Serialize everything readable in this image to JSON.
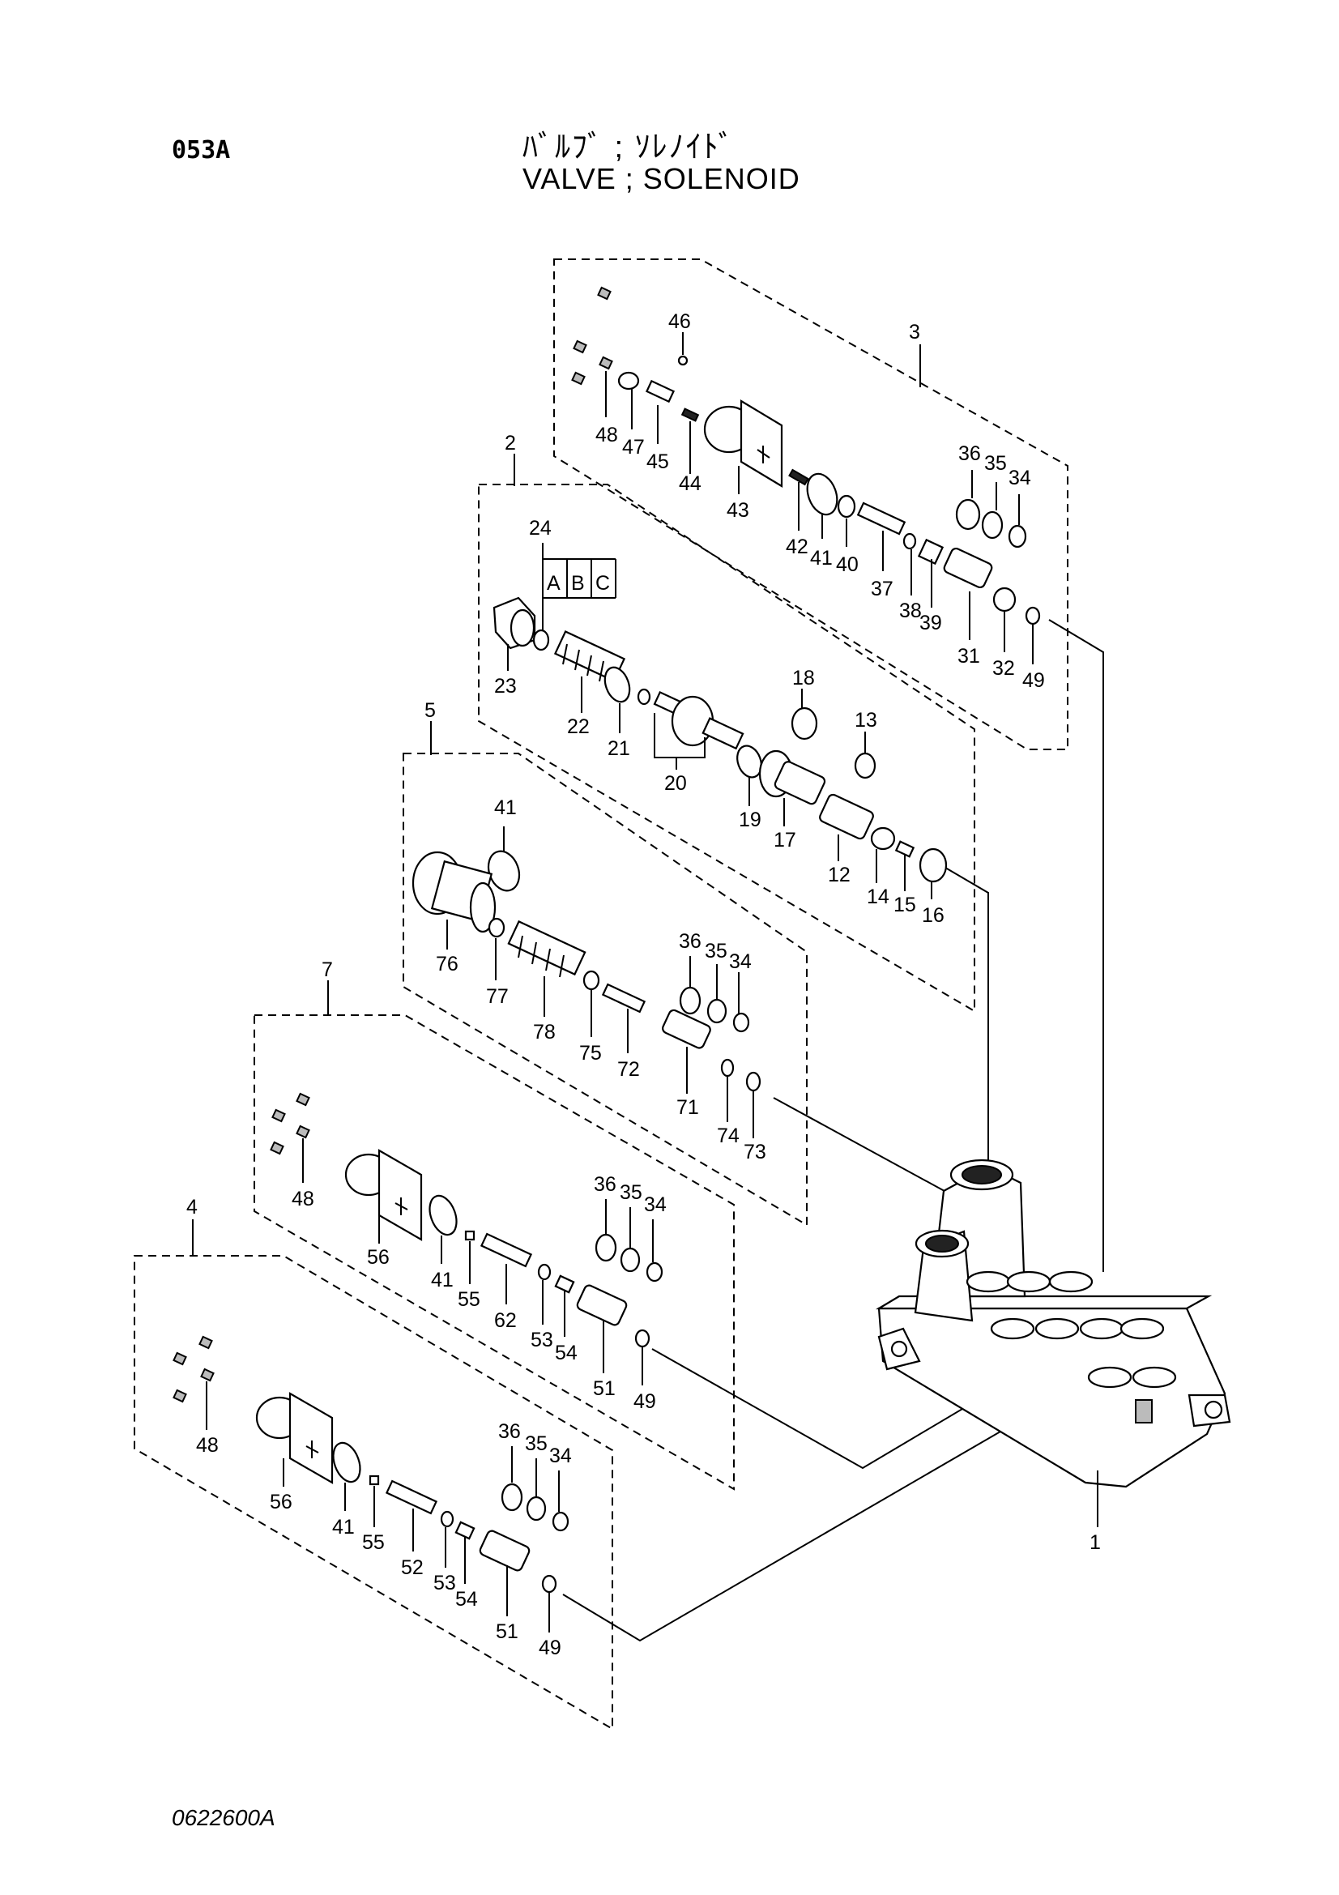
{
  "header": {
    "page_code": "053A",
    "title_jp": "ﾊﾞﾙﾌﾞ ; ｿﾚﾉｲﾄﾞ",
    "title_en": "VALVE ; SOLENOID"
  },
  "footer": {
    "drawing_number": "0622600A"
  },
  "variants": {
    "label_a": "A",
    "label_b": "B",
    "label_c": "C"
  },
  "callouts": {
    "p1": "1",
    "p2": "2",
    "p3": "3",
    "p4": "4",
    "p5": "5",
    "p7": "7",
    "p12": "12",
    "p13": "13",
    "p14": "14",
    "p15": "15",
    "p16": "16",
    "p17": "17",
    "p18": "18",
    "p19": "19",
    "p20": "20",
    "p21": "21",
    "p22": "22",
    "p23": "23",
    "p24": "24",
    "p31": "31",
    "p32": "32",
    "p37": "37",
    "p38": "38",
    "p39": "39",
    "p40": "40",
    "p42": "42",
    "p43": "43",
    "p44": "44",
    "p45": "45",
    "p46": "46",
    "p47": "47",
    "p71": "71",
    "p72": "72",
    "p73": "73",
    "p74": "74",
    "p75": "75",
    "p76": "76",
    "p77": "77",
    "p78": "78",
    "p62": "62",
    "a3_36": "36",
    "a3_35": "35",
    "a3_34": "34",
    "a3_48": "48",
    "a3_49": "49",
    "a3_41": "41",
    "a5_36": "36",
    "a5_35": "35",
    "a5_34": "34",
    "a5_41": "41",
    "a7_36": "36",
    "a7_35": "35",
    "a7_34": "34",
    "a7_48": "48",
    "a7_56": "56",
    "a7_41": "41",
    "a7_55": "55",
    "a7_53": "53",
    "a7_54": "54",
    "a7_51": "51",
    "a7_49": "49",
    "a4_36": "36",
    "a4_35": "35",
    "a4_34": "34",
    "a4_48": "48",
    "a4_56": "56",
    "a4_41": "41",
    "a4_55": "55",
    "a4_52": "52",
    "a4_53": "53",
    "a4_54": "54",
    "a4_51": "51",
    "a4_49": "49"
  }
}
